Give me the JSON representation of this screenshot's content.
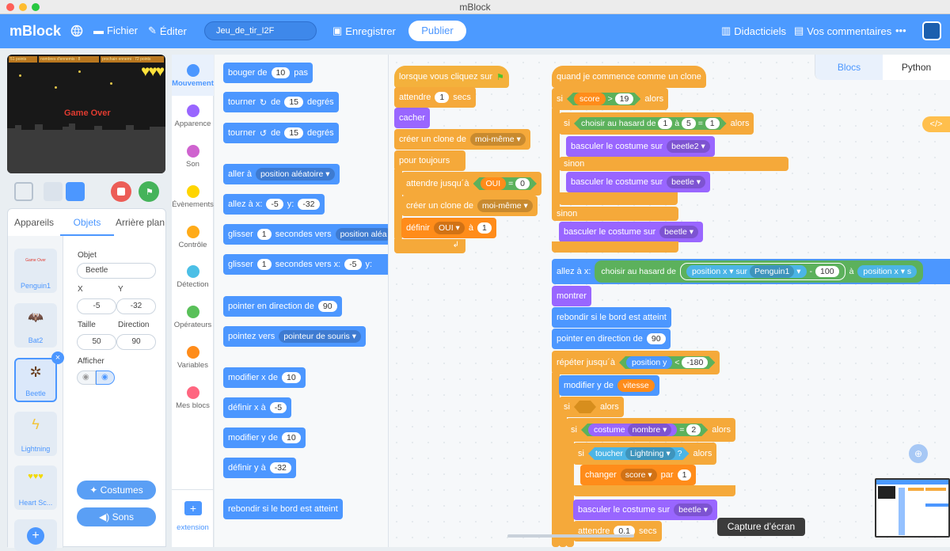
{
  "window": {
    "title": "mBlock"
  },
  "menubar": {
    "logo": "mBlock",
    "file": "Fichier",
    "edit": "Éditer",
    "project_name": "Jeu_de_tir_I2F",
    "save": "Enregistrer",
    "publish": "Publier",
    "tutorials": "Didacticiels",
    "feedback": "Vos commentaires",
    "more": "•••"
  },
  "stage": {
    "hud": [
      "51 points",
      "nombres d'ennemis : 8",
      "prochain ennemi : 72 points"
    ],
    "game_over": "Game Over",
    "hearts": "♥♥♥"
  },
  "left_tabs": {
    "devices": "Appareils",
    "objects": "Objets",
    "backdrop": "Arrière plan"
  },
  "sprites": [
    {
      "name": "Penguin1",
      "thumb": "Game Over"
    },
    {
      "name": "Bat2"
    },
    {
      "name": "Beetle"
    },
    {
      "name": "Lightning"
    },
    {
      "name": "Heart Sc..."
    }
  ],
  "properties": {
    "object_label": "Objet",
    "object_value": "Beetle",
    "x_label": "X",
    "x_value": "-5",
    "y_label": "Y",
    "y_value": "-32",
    "size_label": "Taille",
    "size_value": "50",
    "direction_label": "Direction",
    "direction_value": "90",
    "show_label": "Afficher"
  },
  "buttons": {
    "costumes": "Costumes",
    "sounds": "Sons"
  },
  "categories": [
    {
      "label": "Mouvement",
      "color": "#4c97ff"
    },
    {
      "label": "Apparence",
      "color": "#9966ff"
    },
    {
      "label": "Son",
      "color": "#cf63cf"
    },
    {
      "label": "Évènements",
      "color": "#ffd500"
    },
    {
      "label": "Contrôle",
      "color": "#ffab19"
    },
    {
      "label": "Détection",
      "color": "#4cbfe6"
    },
    {
      "label": "Opérateurs",
      "color": "#59c059"
    },
    {
      "label": "Variables",
      "color": "#ff8c1a"
    },
    {
      "label": "Mes blocs",
      "color": "#ff6680"
    }
  ],
  "extension": "extension",
  "palette": {
    "b1": [
      "bouger de",
      "10",
      "pas"
    ],
    "b2": [
      "tourner",
      "↻",
      "de",
      "15",
      "degrés"
    ],
    "b3": [
      "tourner",
      "↺",
      "de",
      "15",
      "degrés"
    ],
    "b4": [
      "aller à",
      "position aléatoire"
    ],
    "b5": [
      "allez à x:",
      "-5",
      "y:",
      "-32"
    ],
    "b6": [
      "glisser",
      "1",
      "secondes vers",
      "position aléa"
    ],
    "b7": [
      "glisser",
      "1",
      "secondes vers x:",
      "-5",
      "y:"
    ],
    "b8": [
      "pointer en direction de",
      "90"
    ],
    "b9": [
      "pointez vers",
      "pointeur de souris"
    ],
    "b10": [
      "modifier x de",
      "10"
    ],
    "b11": [
      "définir x à",
      "-5"
    ],
    "b12": [
      "modifier y de",
      "10"
    ],
    "b13": [
      "définir y à",
      "-32"
    ],
    "b14": [
      "rebondir si le bord est atteint"
    ]
  },
  "mode_tabs": {
    "blocks": "Blocs",
    "python": "Python"
  },
  "script1": {
    "hat": "lorsque vous cliquez sur",
    "wait": [
      "attendre",
      "1",
      "secs"
    ],
    "hide": "cacher",
    "clone": [
      "créer un clone de",
      "moi-même"
    ],
    "forever": "pour toujours",
    "repeat_until": [
      "attendre jusqu´à",
      "OUI",
      "=",
      "0"
    ],
    "clone2": [
      "créer un clone de",
      "moi-même"
    ],
    "set": [
      "définir",
      "OUI",
      "à",
      "1"
    ]
  },
  "script2": {
    "hat": "quand je commence comme un clone",
    "if1": [
      "si",
      "score",
      ">",
      "19",
      "alors"
    ],
    "if2": [
      "si",
      "choisir au hasard de",
      "1",
      "à",
      "5",
      "=",
      "1",
      "alors"
    ],
    "costume1": [
      "basculer le costume sur",
      "beetle2"
    ],
    "else1": "sinon",
    "costume2": [
      "basculer le costume sur",
      "beetle"
    ],
    "else2": "sinon",
    "costume3": [
      "basculer le costume sur",
      "beetle"
    ],
    "goto": [
      "allez à x:",
      "choisir au hasard de",
      "position x",
      "sur",
      "Penguin1",
      "-",
      "100",
      "à",
      "position x",
      "s"
    ],
    "show": "montrer",
    "bounce": "rebondir si le bord est atteint",
    "dir": [
      "pointer en direction de",
      "90"
    ],
    "repeat": [
      "répéter jusqu´à",
      "position y",
      "<",
      "-180"
    ],
    "changey": [
      "modifier y de",
      "vitesse"
    ],
    "if3": [
      "si",
      "alors"
    ],
    "if4": [
      "si",
      "costume",
      "nombre",
      "=",
      "2",
      "alors"
    ],
    "if5": [
      "si",
      "toucher",
      "Lightning",
      "?",
      "alors"
    ],
    "change_score": [
      "changer",
      "score",
      "par",
      "1"
    ],
    "costume4": [
      "basculer le costume sur",
      "beetle"
    ],
    "wait2": [
      "attendre",
      "0.1",
      "secs"
    ]
  },
  "tooltip": "Capture d’écran"
}
